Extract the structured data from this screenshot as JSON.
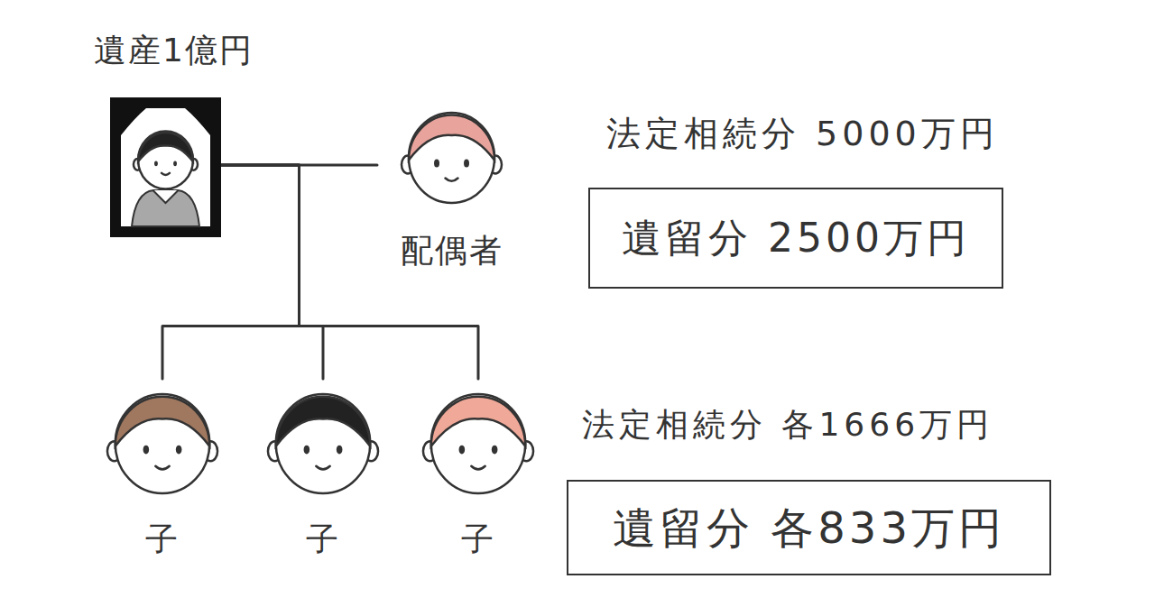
{
  "diagram": {
    "nodes": [
      {
        "text": [
          "遺産1億円"
        ]
      },
      {
        "text": [
          "配偶者"
        ]
      },
      {
        "text": [
          "遺留分 2500万円"
        ]
      },
      {
        "text": [
          "子"
        ]
      },
      {
        "text": [
          "子"
        ]
      },
      {
        "text": [
          "子"
        ]
      },
      {
        "text": [
          "遺留分 各833万円"
        ]
      }
    ],
    "edges": [
      {
        "from": 0,
        "to": 1,
        "arrow": "none"
      },
      {
        "from": 0,
        "to": 3,
        "arrow": "none"
      },
      {
        "from": 0,
        "to": 4,
        "arrow": "none"
      },
      {
        "from": 0,
        "to": 5,
        "arrow": "none"
      }
    ],
    "labels": [
      "法定相続分 5000万円",
      "法定相続分 各1666万円"
    ]
  }
}
